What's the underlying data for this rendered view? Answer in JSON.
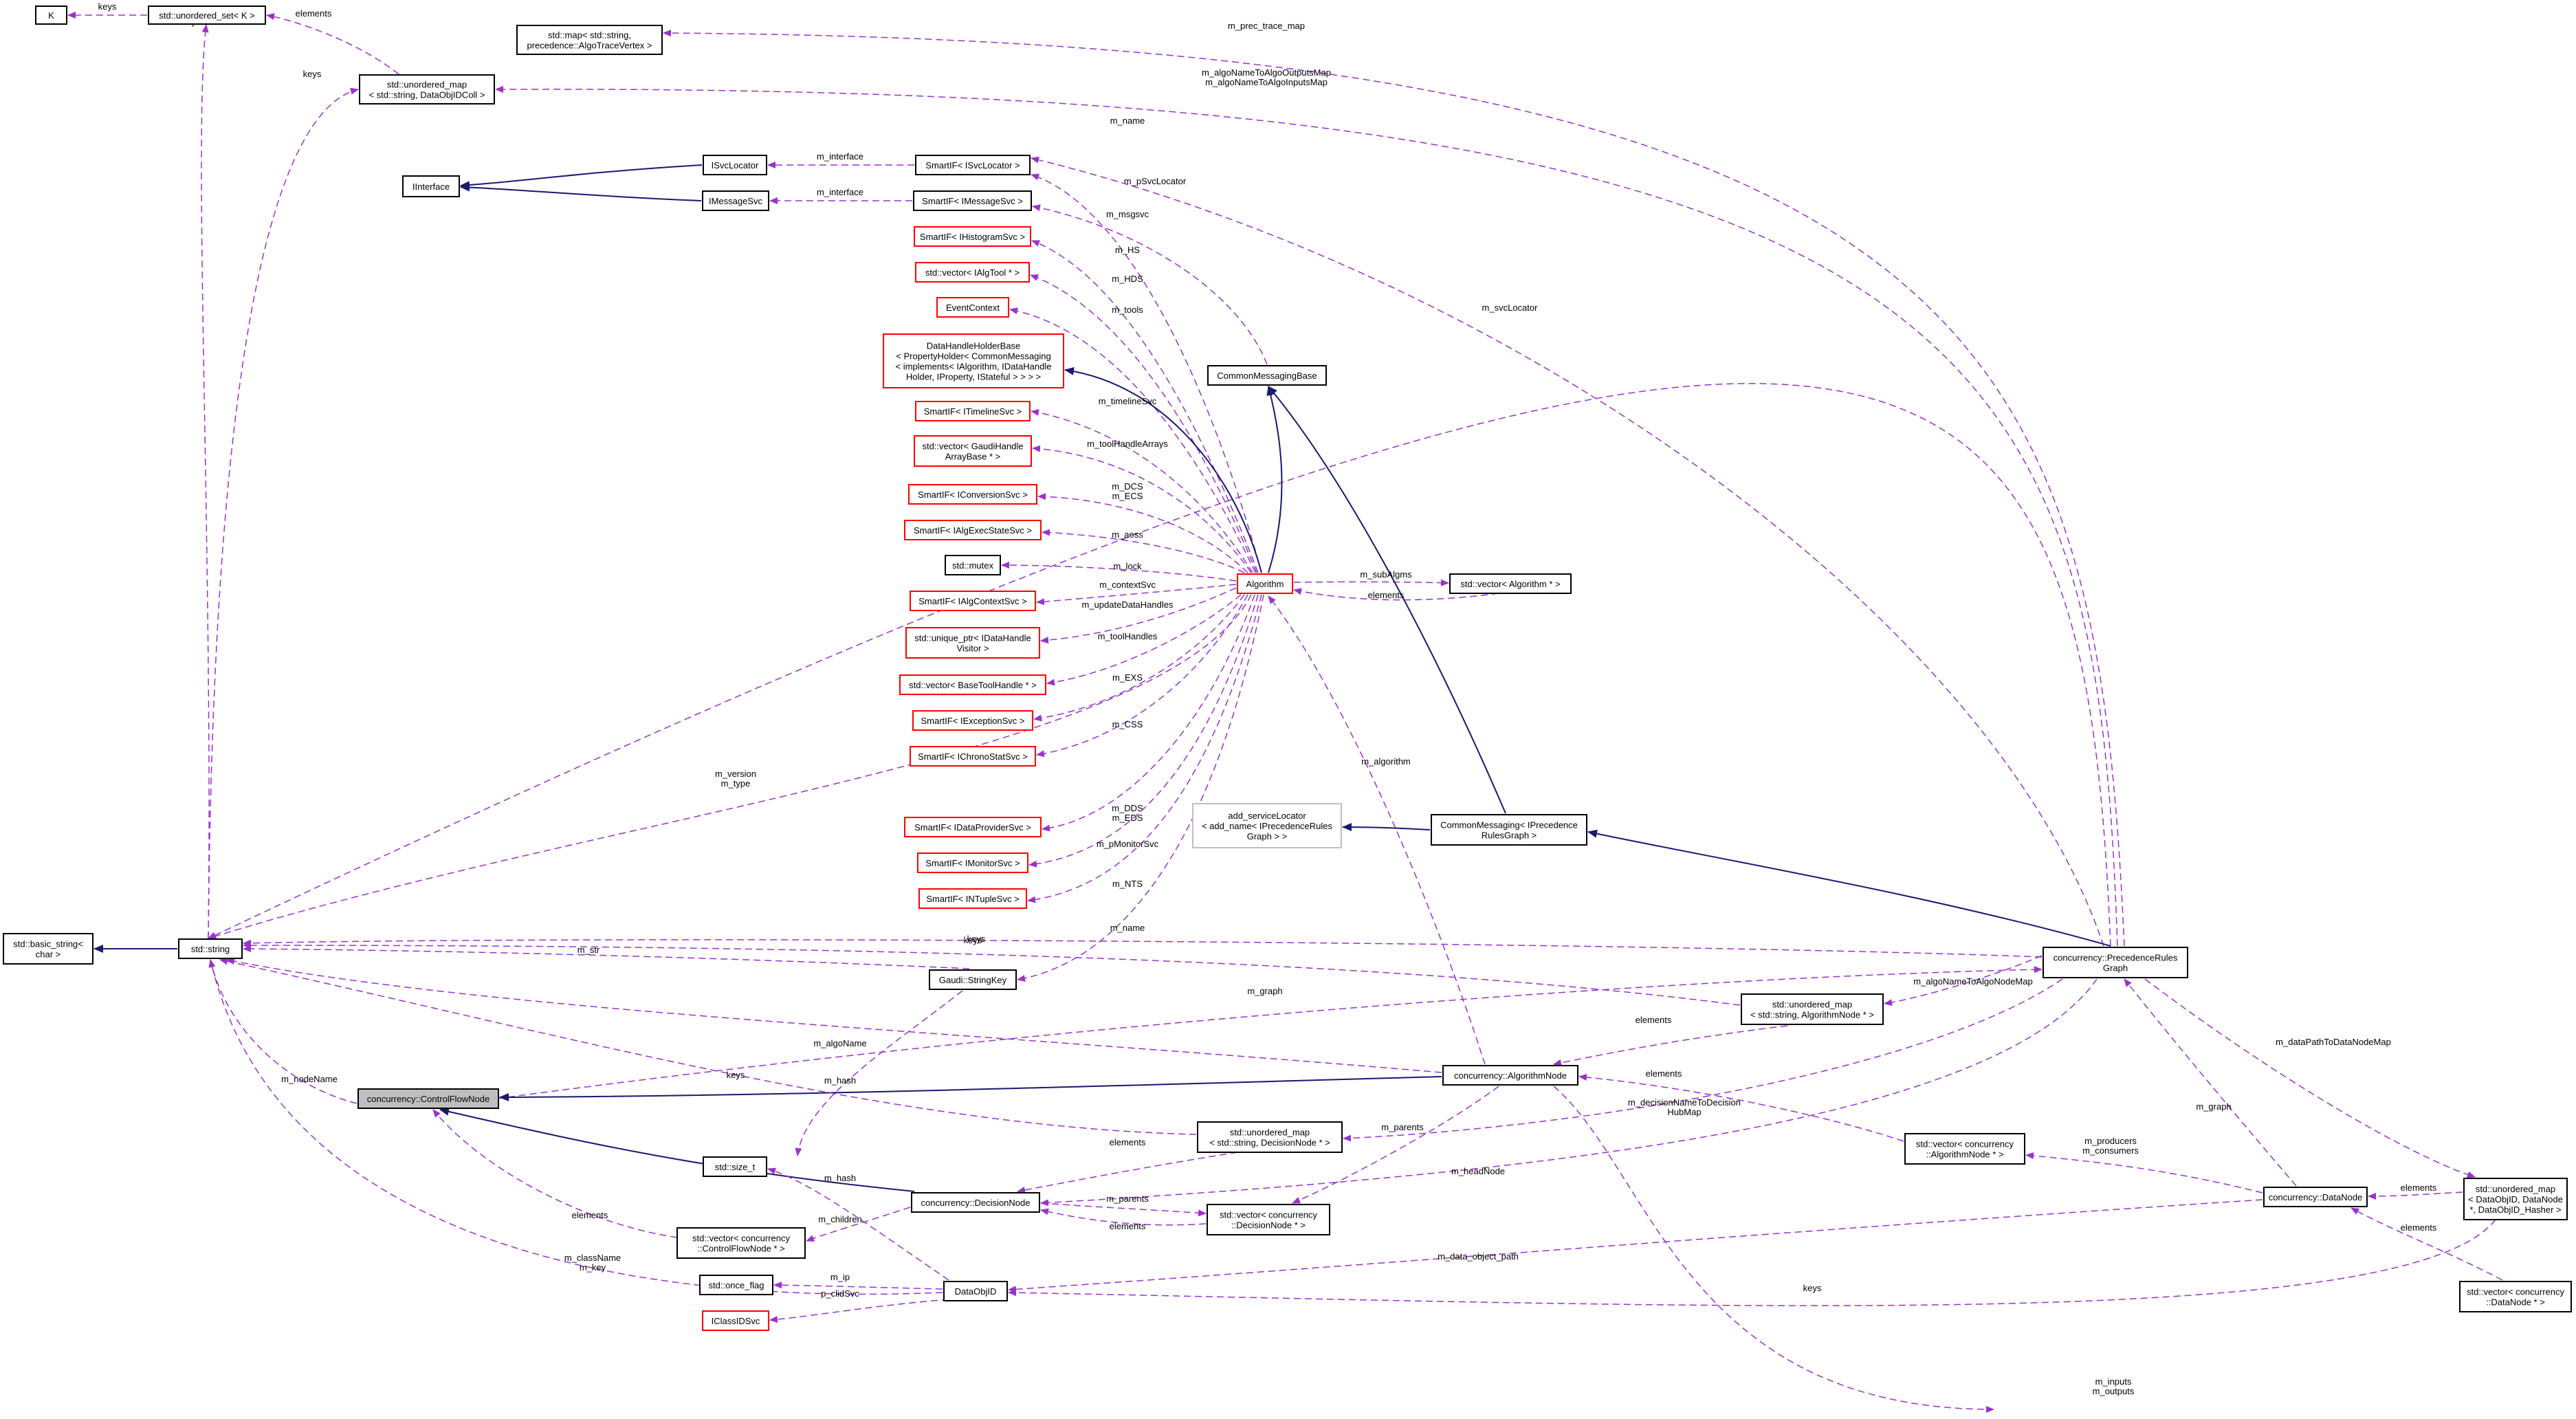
{
  "colors": {
    "dashed_edge": "#9a32cd",
    "solid_edge": "#191970",
    "node_border_default": "#000000",
    "node_border_red": "#ff0000",
    "node_border_grey": "#bfbfbf",
    "node_fill_highlight": "#bfbfbf"
  },
  "nodes": {
    "K": {
      "label": [
        "K"
      ],
      "style": "default"
    },
    "unordered_set": {
      "label": [
        "std::unordered_set< K >"
      ],
      "style": "default"
    },
    "map_trace": {
      "label": [
        "std::map< std::string,",
        "precedence::AlgoTraceVertex >"
      ],
      "style": "default"
    },
    "umap_dataobjidcoll": {
      "label": [
        "std::unordered_map",
        "< std::string, DataObjIDColl >"
      ],
      "style": "default"
    },
    "iinterface": {
      "label": [
        "IInterface"
      ],
      "style": "default"
    },
    "isvclocator": {
      "label": [
        "ISvcLocator"
      ],
      "style": "default"
    },
    "imessagesvc": {
      "label": [
        "IMessageSvc"
      ],
      "style": "default"
    },
    "smartif_isvclocator": {
      "label": [
        "SmartIF< ISvcLocator >"
      ],
      "style": "default"
    },
    "smartif_imessagesvc": {
      "label": [
        "SmartIF< IMessageSvc >"
      ],
      "style": "default"
    },
    "smartif_ihistogramsvc": {
      "label": [
        "SmartIF< IHistogramSvc >"
      ],
      "style": "red"
    },
    "vector_ialgtool": {
      "label": [
        "std::vector< IAlgTool * >"
      ],
      "style": "red"
    },
    "eventcontext": {
      "label": [
        "EventContext"
      ],
      "style": "red"
    },
    "datahandleholderbase": {
      "label": [
        "DataHandleHolderBase",
        "< PropertyHolder< CommonMessaging",
        "< implements< IAlgorithm, IDataHandle",
        "Holder, IProperty, IStateful > > > >"
      ],
      "style": "red"
    },
    "smartif_itimelinesvc": {
      "label": [
        "SmartIF< ITimelineSvc >"
      ],
      "style": "red"
    },
    "vector_gaudihandlearraybase": {
      "label": [
        "std::vector< GaudiHandle",
        "ArrayBase * >"
      ],
      "style": "red"
    },
    "smartif_iconversionsvc": {
      "label": [
        "SmartIF< IConversionSvc >"
      ],
      "style": "red"
    },
    "smartif_ialgexecstatesvc": {
      "label": [
        "SmartIF< IAlgExecStateSvc >"
      ],
      "style": "red"
    },
    "std_mutex": {
      "label": [
        "std::mutex"
      ],
      "style": "default"
    },
    "smartif_ialgcontextsvc": {
      "label": [
        "SmartIF< IAlgContextSvc >"
      ],
      "style": "red"
    },
    "unique_ptr_idatahandlevisitor": {
      "label": [
        "std::unique_ptr< IDataHandle",
        "Visitor >"
      ],
      "style": "red"
    },
    "vector_basetoolhandle": {
      "label": [
        "std::vector< BaseToolHandle * >"
      ],
      "style": "red"
    },
    "smartif_iexceptionsvc": {
      "label": [
        "SmartIF< IExceptionSvc >"
      ],
      "style": "red"
    },
    "smartif_ichronostatsvc": {
      "label": [
        "SmartIF< IChronoStatSvc >"
      ],
      "style": "red"
    },
    "smartif_idataprovidersvc": {
      "label": [
        "SmartIF< IDataProviderSvc >"
      ],
      "style": "red"
    },
    "smartif_imonitorsvc": {
      "label": [
        "SmartIF< IMonitorSvc >"
      ],
      "style": "red"
    },
    "smartif_intuplesvc": {
      "label": [
        "SmartIF< INTupleSvc >"
      ],
      "style": "red"
    },
    "commonmessagingbase": {
      "label": [
        "CommonMessagingBase"
      ],
      "style": "default"
    },
    "algorithm": {
      "label": [
        "Algorithm"
      ],
      "style": "red"
    },
    "vector_algorithm": {
      "label": [
        "std::vector< Algorithm * >"
      ],
      "style": "default"
    },
    "add_servicelocator": {
      "label": [
        "add_serviceLocator",
        "< add_name< IPrecedenceRules",
        "Graph > >"
      ],
      "style": "grey"
    },
    "commonmessaging_iprecedence": {
      "label": [
        "CommonMessaging< IPrecedence",
        "RulesGraph >"
      ],
      "style": "default"
    },
    "basic_string": {
      "label": [
        "std::basic_string<",
        "char >"
      ],
      "style": "default"
    },
    "std_string": {
      "label": [
        "std::string"
      ],
      "style": "default"
    },
    "gaudi_stringkey": {
      "label": [
        "Gaudi::StringKey"
      ],
      "style": "default"
    },
    "precedencerulesgraph": {
      "label": [
        "concurrency::PrecedenceRules",
        "Graph"
      ],
      "style": "default"
    },
    "umap_algorithmnode": {
      "label": [
        "std::unordered_map",
        "< std::string, AlgorithmNode * >"
      ],
      "style": "default"
    },
    "controlflownode": {
      "label": [
        "concurrency::ControlFlowNode"
      ],
      "style": "highlight"
    },
    "algorithmnode": {
      "label": [
        "concurrency::AlgorithmNode"
      ],
      "style": "default"
    },
    "umap_decisionnode": {
      "label": [
        "std::unordered_map",
        "< std::string, DecisionNode * >"
      ],
      "style": "default"
    },
    "vector_algorithmnode": {
      "label": [
        "std::vector< concurrency",
        "::AlgorithmNode * >"
      ],
      "style": "default"
    },
    "std_size_t": {
      "label": [
        "std::size_t"
      ],
      "style": "default"
    },
    "decisionnode": {
      "label": [
        "concurrency::DecisionNode"
      ],
      "style": "default"
    },
    "vector_decisionnode": {
      "label": [
        "std::vector< concurrency",
        "::DecisionNode * >"
      ],
      "style": "default"
    },
    "datanode": {
      "label": [
        "concurrency::DataNode"
      ],
      "style": "default"
    },
    "umap_dataobjid": {
      "label": [
        "std::unordered_map",
        "< DataObjID, DataNode",
        "*, DataObjID_Hasher >"
      ],
      "style": "default"
    },
    "vector_controlflownode": {
      "label": [
        "std::vector< concurrency",
        "::ControlFlowNode * >"
      ],
      "style": "default"
    },
    "std_once_flag": {
      "label": [
        "std::once_flag"
      ],
      "style": "default"
    },
    "dataobjid": {
      "label": [
        "DataObjID"
      ],
      "style": "default"
    },
    "iclassidsvc": {
      "label": [
        "IClassIDSvc"
      ],
      "style": "red"
    },
    "vector_datanode": {
      "label": [
        "std::vector< concurrency",
        "::DataNode * >"
      ],
      "style": "default"
    }
  },
  "edges": [
    {
      "from": "unordered_set",
      "to": "K",
      "kind": "dashed",
      "label": [
        "keys"
      ]
    },
    {
      "from": "std_string",
      "to": "unordered_set",
      "kind": "dashed",
      "label": [
        "keys"
      ]
    },
    {
      "from": "umap_dataobjidcoll",
      "to": "unordered_set",
      "kind": "dashed",
      "label": [
        "elements"
      ]
    },
    {
      "from": "std_string",
      "to": "umap_dataobjidcoll",
      "kind": "dashed",
      "label": [
        "keys"
      ]
    },
    {
      "from": "precedencerulesgraph",
      "to": "map_trace",
      "kind": "dashed",
      "label": [
        "m_prec_trace_map"
      ]
    },
    {
      "from": "precedencerulesgraph",
      "to": "umap_dataobjidcoll",
      "kind": "dashed",
      "label": [
        "m_algoNameToAlgoOutputsMap",
        "m_algoNameToAlgoInputsMap"
      ]
    },
    {
      "from": "precedencerulesgraph",
      "to": "std_string",
      "kind": "dashed",
      "label": [
        "m_name"
      ]
    },
    {
      "from": "isvclocator",
      "to": "iinterface",
      "kind": "solid",
      "label": []
    },
    {
      "from": "imessagesvc",
      "to": "iinterface",
      "kind": "solid",
      "label": []
    },
    {
      "from": "smartif_isvclocator",
      "to": "isvclocator",
      "kind": "dashed",
      "label": [
        "m_interface"
      ]
    },
    {
      "from": "smartif_imessagesvc",
      "to": "imessagesvc",
      "kind": "dashed",
      "label": [
        "m_interface"
      ]
    },
    {
      "from": "algorithm",
      "to": "smartif_isvclocator",
      "kind": "dashed",
      "label": [
        "m_pSvcLocator"
      ]
    },
    {
      "from": "precedencerulesgraph",
      "to": "smartif_isvclocator",
      "kind": "dashed",
      "label": [
        "m_svcLocator"
      ]
    },
    {
      "from": "commonmessagingbase",
      "to": "smartif_imessagesvc",
      "kind": "dashed",
      "label": [
        "m_msgsvc"
      ]
    },
    {
      "from": "algorithm",
      "to": "smartif_ihistogramsvc",
      "kind": "dashed",
      "label": [
        "m_HS"
      ]
    },
    {
      "from": "algorithm",
      "to": "vector_ialgtool",
      "kind": "dashed",
      "label": [
        "m_HDS"
      ]
    },
    {
      "from": "algorithm",
      "to": "eventcontext",
      "kind": "dashed",
      "label": [
        "m_tools"
      ]
    },
    {
      "from": "algorithm",
      "to": "datahandleholderbase",
      "kind": "solid",
      "label": []
    },
    {
      "from": "algorithm",
      "to": "smartif_itimelinesvc",
      "kind": "dashed",
      "label": [
        "m_timelineSvc"
      ]
    },
    {
      "from": "algorithm",
      "to": "vector_gaudihandlearraybase",
      "kind": "dashed",
      "label": [
        "m_toolHandleArrays"
      ]
    },
    {
      "from": "algorithm",
      "to": "smartif_iconversionsvc",
      "kind": "dashed",
      "label": [
        "m_DCS",
        "m_ECS"
      ]
    },
    {
      "from": "algorithm",
      "to": "smartif_ialgexecstatesvc",
      "kind": "dashed",
      "label": [
        "m_aess"
      ]
    },
    {
      "from": "algorithm",
      "to": "std_mutex",
      "kind": "dashed",
      "label": [
        "m_lock"
      ]
    },
    {
      "from": "algorithm",
      "to": "smartif_ialgcontextsvc",
      "kind": "dashed",
      "label": [
        "m_contextSvc"
      ]
    },
    {
      "from": "algorithm",
      "to": "unique_ptr_idatahandlevisitor",
      "kind": "dashed",
      "label": [
        "m_updateDataHandles"
      ]
    },
    {
      "from": "algorithm",
      "to": "vector_basetoolhandle",
      "kind": "dashed",
      "label": [
        "m_toolHandles"
      ]
    },
    {
      "from": "algorithm",
      "to": "smartif_iexceptionsvc",
      "kind": "dashed",
      "label": [
        "m_EXS"
      ]
    },
    {
      "from": "algorithm",
      "to": "smartif_ichronostatsvc",
      "kind": "dashed",
      "label": [
        "m_CSS"
      ]
    },
    {
      "from": "algorithm",
      "to": "std_string",
      "kind": "dashed",
      "label": [
        "m_version",
        "m_type"
      ]
    },
    {
      "from": "algorithm",
      "to": "smartif_idataprovidersvc",
      "kind": "dashed",
      "label": [
        "m_DDS",
        "m_EDS"
      ]
    },
    {
      "from": "algorithm",
      "to": "smartif_imonitorsvc",
      "kind": "dashed",
      "label": [
        "m_pMonitorSvc"
      ]
    },
    {
      "from": "algorithm",
      "to": "smartif_intuplesvc",
      "kind": "dashed",
      "label": [
        "m_NTS"
      ]
    },
    {
      "from": "algorithm",
      "to": "gaudi_stringkey",
      "kind": "dashed",
      "label": [
        "m_name"
      ]
    },
    {
      "from": "algorithm",
      "to": "commonmessagingbase",
      "kind": "solid",
      "label": []
    },
    {
      "from": "algorithm",
      "to": "vector_algorithm",
      "kind": "dashed",
      "label": [
        "m_subAlgms"
      ]
    },
    {
      "from": "vector_algorithm",
      "to": "algorithm",
      "kind": "dashed",
      "label": [
        "elements"
      ]
    },
    {
      "from": "algorithmnode",
      "to": "algorithm",
      "kind": "dashed",
      "label": [
        "m_algorithm"
      ]
    },
    {
      "from": "commonmessaging_iprecedence",
      "to": "add_servicelocator",
      "kind": "solid",
      "label": []
    },
    {
      "from": "commonmessaging_iprecedence",
      "to": "commonmessagingbase",
      "kind": "solid",
      "label": []
    },
    {
      "from": "precedencerulesgraph",
      "to": "commonmessaging_iprecedence",
      "kind": "solid",
      "label": []
    },
    {
      "from": "std_string",
      "to": "basic_string",
      "kind": "solid",
      "label": []
    },
    {
      "from": "gaudi_stringkey",
      "to": "std_string",
      "kind": "dashed",
      "label": [
        "m_str"
      ]
    },
    {
      "from": "gaudi_stringkey",
      "to": "std_size_t",
      "kind": "dashed",
      "label": [
        "m_hash"
      ]
    },
    {
      "from": "umap_algorithmnode",
      "to": "std_string",
      "kind": "dashed",
      "label": [
        "keys"
      ]
    },
    {
      "from": "precedencerulesgraph",
      "to": "umap_algorithmnode",
      "kind": "dashed",
      "label": [
        "m_algoNameToAlgoNodeMap"
      ]
    },
    {
      "from": "umap_algorithmnode",
      "to": "algorithmnode",
      "kind": "dashed",
      "label": [
        "elements"
      ]
    },
    {
      "from": "controlflownode",
      "to": "precedencerulesgraph",
      "kind": "dashed",
      "label": [
        "m_graph"
      ]
    },
    {
      "from": "algorithmnode",
      "to": "std_string",
      "kind": "dashed",
      "label": [
        "m_algoName"
      ]
    },
    {
      "from": "controlflownode",
      "to": "std_string",
      "kind": "dashed",
      "label": [
        "m_nodeName"
      ]
    },
    {
      "from": "algorithmnode",
      "to": "controlflownode",
      "kind": "solid",
      "label": []
    },
    {
      "from": "umap_decisionnode",
      "to": "std_string",
      "kind": "dashed",
      "label": [
        "keys"
      ]
    },
    {
      "from": "precedencerulesgraph",
      "to": "umap_decisionnode",
      "kind": "dashed",
      "label": [
        "m_decisionNameToDecision",
        "HubMap"
      ]
    },
    {
      "from": "vector_algorithmnode",
      "to": "algorithmnode",
      "kind": "dashed",
      "label": [
        "elements"
      ]
    },
    {
      "from": "datanode",
      "to": "vector_algorithmnode",
      "kind": "dashed",
      "label": [
        "m_producers",
        "m_consumers"
      ]
    },
    {
      "from": "algorithmnode",
      "to": "vector_decisionnode",
      "kind": "dashed",
      "label": [
        "m_parents"
      ]
    },
    {
      "from": "umap_decisionnode",
      "to": "decisionnode",
      "kind": "dashed",
      "label": [
        "elements"
      ]
    },
    {
      "from": "decisionnode",
      "to": "controlflownode",
      "kind": "solid",
      "label": []
    },
    {
      "from": "precedencerulesgraph",
      "to": "decisionnode",
      "kind": "dashed",
      "label": [
        "m_headNode"
      ]
    },
    {
      "from": "decisionnode",
      "to": "vector_decisionnode",
      "kind": "dashed",
      "label": [
        "m_parents"
      ]
    },
    {
      "from": "vector_decisionnode",
      "to": "decisionnode",
      "kind": "dashed",
      "label": [
        "elements"
      ]
    },
    {
      "from": "decisionnode",
      "to": "vector_controlflownode",
      "kind": "dashed",
      "label": [
        "m_children"
      ]
    },
    {
      "from": "vector_controlflownode",
      "to": "controlflownode",
      "kind": "dashed",
      "label": [
        "elements"
      ]
    },
    {
      "from": "dataobjid",
      "to": "std_size_t",
      "kind": "dashed",
      "label": [
        "m_hash"
      ]
    },
    {
      "from": "dataobjid",
      "to": "std_string",
      "kind": "dashed",
      "label": [
        "m_className",
        "m_key"
      ]
    },
    {
      "from": "dataobjid",
      "to": "std_once_flag",
      "kind": "dashed",
      "label": [
        "m_ip"
      ]
    },
    {
      "from": "dataobjid",
      "to": "iclassidsvc",
      "kind": "dashed",
      "label": [
        "p_clidSvc"
      ]
    },
    {
      "from": "datanode",
      "to": "dataobjid",
      "kind": "dashed",
      "label": [
        "m_data_object_path"
      ]
    },
    {
      "from": "umap_dataobjid",
      "to": "dataobjid",
      "kind": "dashed",
      "label": [
        "keys"
      ]
    },
    {
      "from": "datanode",
      "to": "precedencerulesgraph",
      "kind": "dashed",
      "label": [
        "m_graph"
      ]
    },
    {
      "from": "precedencerulesgraph",
      "to": "umap_dataobjid",
      "kind": "dashed",
      "label": [
        "m_dataPathToDataNodeMap"
      ]
    },
    {
      "from": "umap_dataobjid",
      "to": "datanode",
      "kind": "dashed",
      "label": [
        "elements"
      ]
    },
    {
      "from": "vector_datanode",
      "to": "datanode",
      "kind": "dashed",
      "label": [
        "elements"
      ]
    },
    {
      "from": "algorithmnode",
      "to": "vector_datanode",
      "kind": "dashed",
      "label": [
        "m_inputs",
        "m_outputs"
      ]
    },
    {
      "from": "precedencerulesgraph",
      "to": "std_string",
      "kind": "dashed",
      "label": [
        "keys"
      ]
    }
  ]
}
